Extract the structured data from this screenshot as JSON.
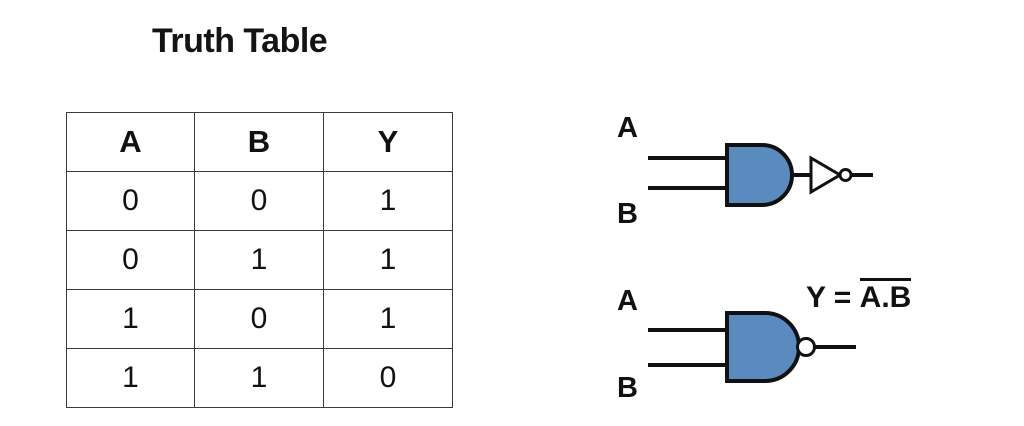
{
  "page": {
    "background": "#ffffff",
    "ink_color": "#111111",
    "gate_fill_color": "#5a8bbf",
    "gate_outline_color": "#111111"
  },
  "title": "Truth Table",
  "truth_table": {
    "columns": [
      "A",
      "B",
      "Y"
    ],
    "rows": [
      [
        "0",
        "0",
        "1"
      ],
      [
        "0",
        "1",
        "1"
      ],
      [
        "1",
        "0",
        "1"
      ],
      [
        "1",
        "1",
        "0"
      ]
    ]
  },
  "circuits": [
    {
      "name": "and-then-not",
      "inputs": [
        "A",
        "B"
      ],
      "gates": [
        "and-gate",
        "not-gate"
      ]
    },
    {
      "name": "nand",
      "inputs": [
        "A",
        "B"
      ],
      "gates": [
        "nand-gate"
      ]
    }
  ],
  "equation": {
    "lhs": "Y = ",
    "barred": "A.B"
  }
}
